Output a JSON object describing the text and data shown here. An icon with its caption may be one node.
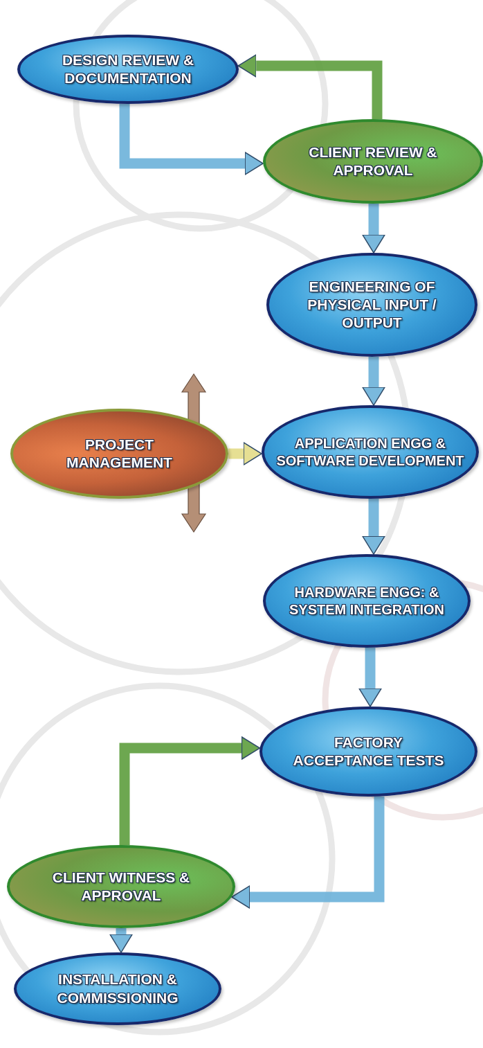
{
  "diagram": {
    "nodes": [
      {
        "text": [
          "DESIGN REVIEW & DOCUMENTATION"
        ]
      },
      {
        "text": [
          "CLIENT REVIEW & APPROVAL"
        ]
      },
      {
        "text": [
          "ENGINEERING OF PHYSICAL INPUT / OUTPUT"
        ]
      },
      {
        "text": [
          "PROJECT MANAGEMENT"
        ]
      },
      {
        "text": [
          "APPLICATION ENGG & SOFTWARE DEVELOPMENT"
        ]
      },
      {
        "text": [
          "HARDWARE ENGG: & SYSTEM INTEGRATION"
        ]
      },
      {
        "text": [
          "FACTORY ACCEPTANCE TESTS"
        ]
      },
      {
        "text": [
          "CLIENT WITNESS & APPROVAL"
        ]
      },
      {
        "text": [
          "INSTALLATION & COMMISSIONING"
        ]
      }
    ],
    "edges": [
      {
        "from": 0,
        "to": 1,
        "arrow": "to"
      },
      {
        "from": 1,
        "to": 0,
        "arrow": "to",
        "color": "#5e9e3e"
      },
      {
        "from": 1,
        "to": 2,
        "arrow": "to"
      },
      {
        "from": 2,
        "to": 4,
        "arrow": "to"
      },
      {
        "from": 3,
        "to": 4,
        "arrow": "to",
        "color": "#e4dc88"
      },
      {
        "from": 4,
        "to": 5,
        "arrow": "to"
      },
      {
        "from": 5,
        "to": 6,
        "arrow": "to"
      },
      {
        "from": 6,
        "to": 7,
        "arrow": "to"
      },
      {
        "from": 7,
        "to": 6,
        "arrow": "to",
        "color": "#5e9e3e"
      },
      {
        "from": 7,
        "to": 8,
        "arrow": "to"
      }
    ]
  }
}
